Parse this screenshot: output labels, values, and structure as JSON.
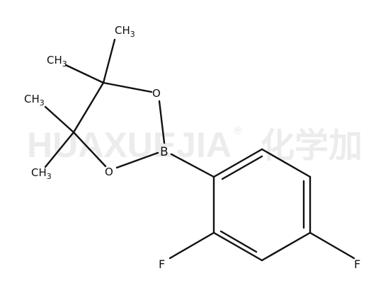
{
  "watermark": {
    "latin": "HUAXUEJIA",
    "registered": "®",
    "chinese": "化学加"
  },
  "atoms": {
    "methyl_top": {
      "main": "CH",
      "sub": "3"
    },
    "methyl_upper": {
      "main": "CH",
      "sub": "3"
    },
    "methyl_mid": {
      "main": "CH",
      "sub": "3"
    },
    "methyl_low": {
      "main": "CH",
      "sub": "3"
    },
    "oxygen_top": "O",
    "oxygen_bottom": "O",
    "boron": "B",
    "fluorine_ortho": "F",
    "fluorine_para": "F"
  }
}
